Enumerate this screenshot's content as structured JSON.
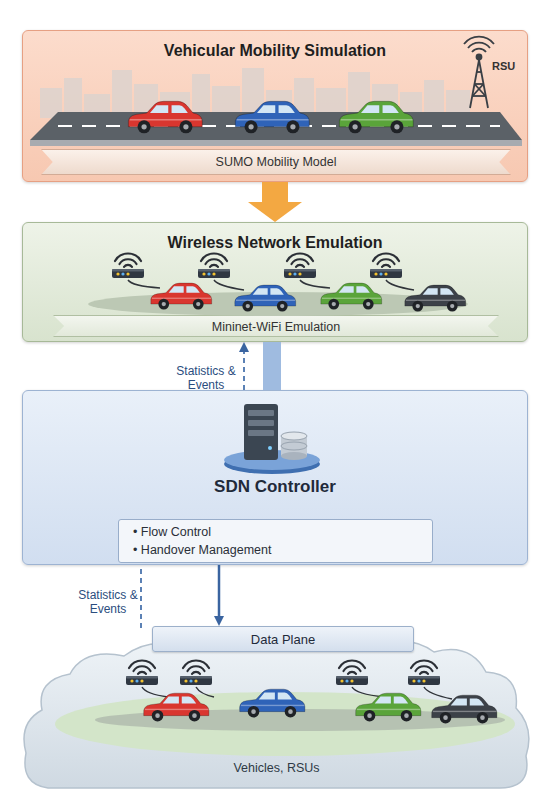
{
  "diagram": {
    "nodes": [
      {
        "text": [
          "Vehicular Mobility Simulation"
        ]
      },
      {
        "text": [
          "SUMO Mobility Model"
        ],
        "in": 0
      },
      {
        "text": [
          "Wireless Network Emulation"
        ]
      },
      {
        "text": [
          "Mininet-WiFi Emulation"
        ],
        "in": 2
      },
      {
        "text": [
          "SDN Controller"
        ]
      },
      {
        "text": [
          "• Flow Control",
          "• Handover Management"
        ],
        "in": 4
      },
      {
        "text": [
          "Vehicles, RSUs"
        ]
      },
      {
        "text": [
          "Data Plane"
        ],
        "in": 6
      }
    ],
    "edges": [
      {
        "from": 0,
        "to": 2,
        "arrow": "to"
      },
      {
        "from": 2,
        "to": 4,
        "arrow": "none"
      },
      {
        "from": 4,
        "to": 2,
        "label": "Statistics & Events",
        "arrow": "to"
      },
      {
        "from": 4,
        "to": 7,
        "arrow": "to"
      },
      {
        "from": 6,
        "to": 4,
        "label": "Statistics & Events",
        "arrow": "none"
      }
    ],
    "labels": [
      "RSU"
    ]
  }
}
